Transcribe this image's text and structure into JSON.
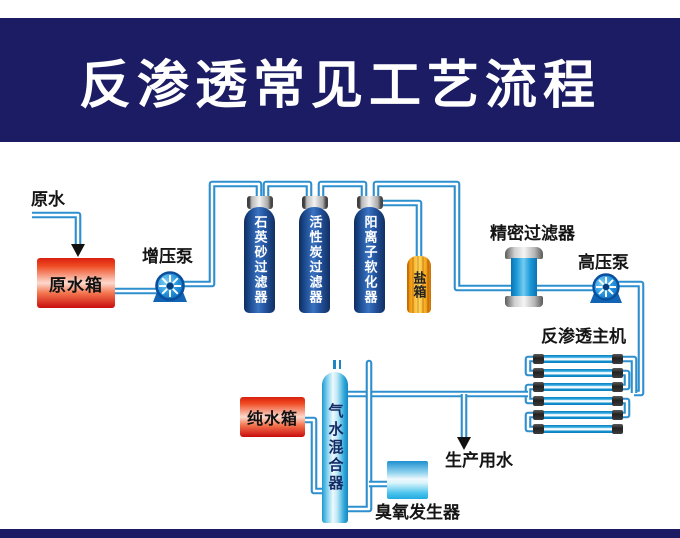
{
  "title": "反渗透常见工艺流程",
  "nodes": {
    "raw_water": "原水",
    "raw_water_tank": "原水箱",
    "booster_pump": "增压泵",
    "quartz_sand_filter": "石英砂过滤器",
    "activated_carbon_filter": "活性炭过滤器",
    "cation_softener": "阳离子软化器",
    "salt_tank": "盐箱",
    "precision_filter": "精密过滤器",
    "high_pressure_pump": "高压泵",
    "ro_main_unit": "反渗透主机",
    "pure_water_tank": "纯水箱",
    "gas_water_mixer": "气水混合器",
    "production_water": "生产用水",
    "ozone_generator": "臭氧发生器"
  },
  "colors": {
    "banner": "#1b1c63",
    "pipe": "#2e8fcf",
    "tank_red": "#d9180e",
    "vessel_blue": "#1c4b96",
    "bright_blue": "#14a0e0",
    "salt_yellow": "#f7a81b",
    "pump_blue": "#2293dd",
    "ozone_blue": "#2196d4",
    "arrow_black": "#111111"
  }
}
